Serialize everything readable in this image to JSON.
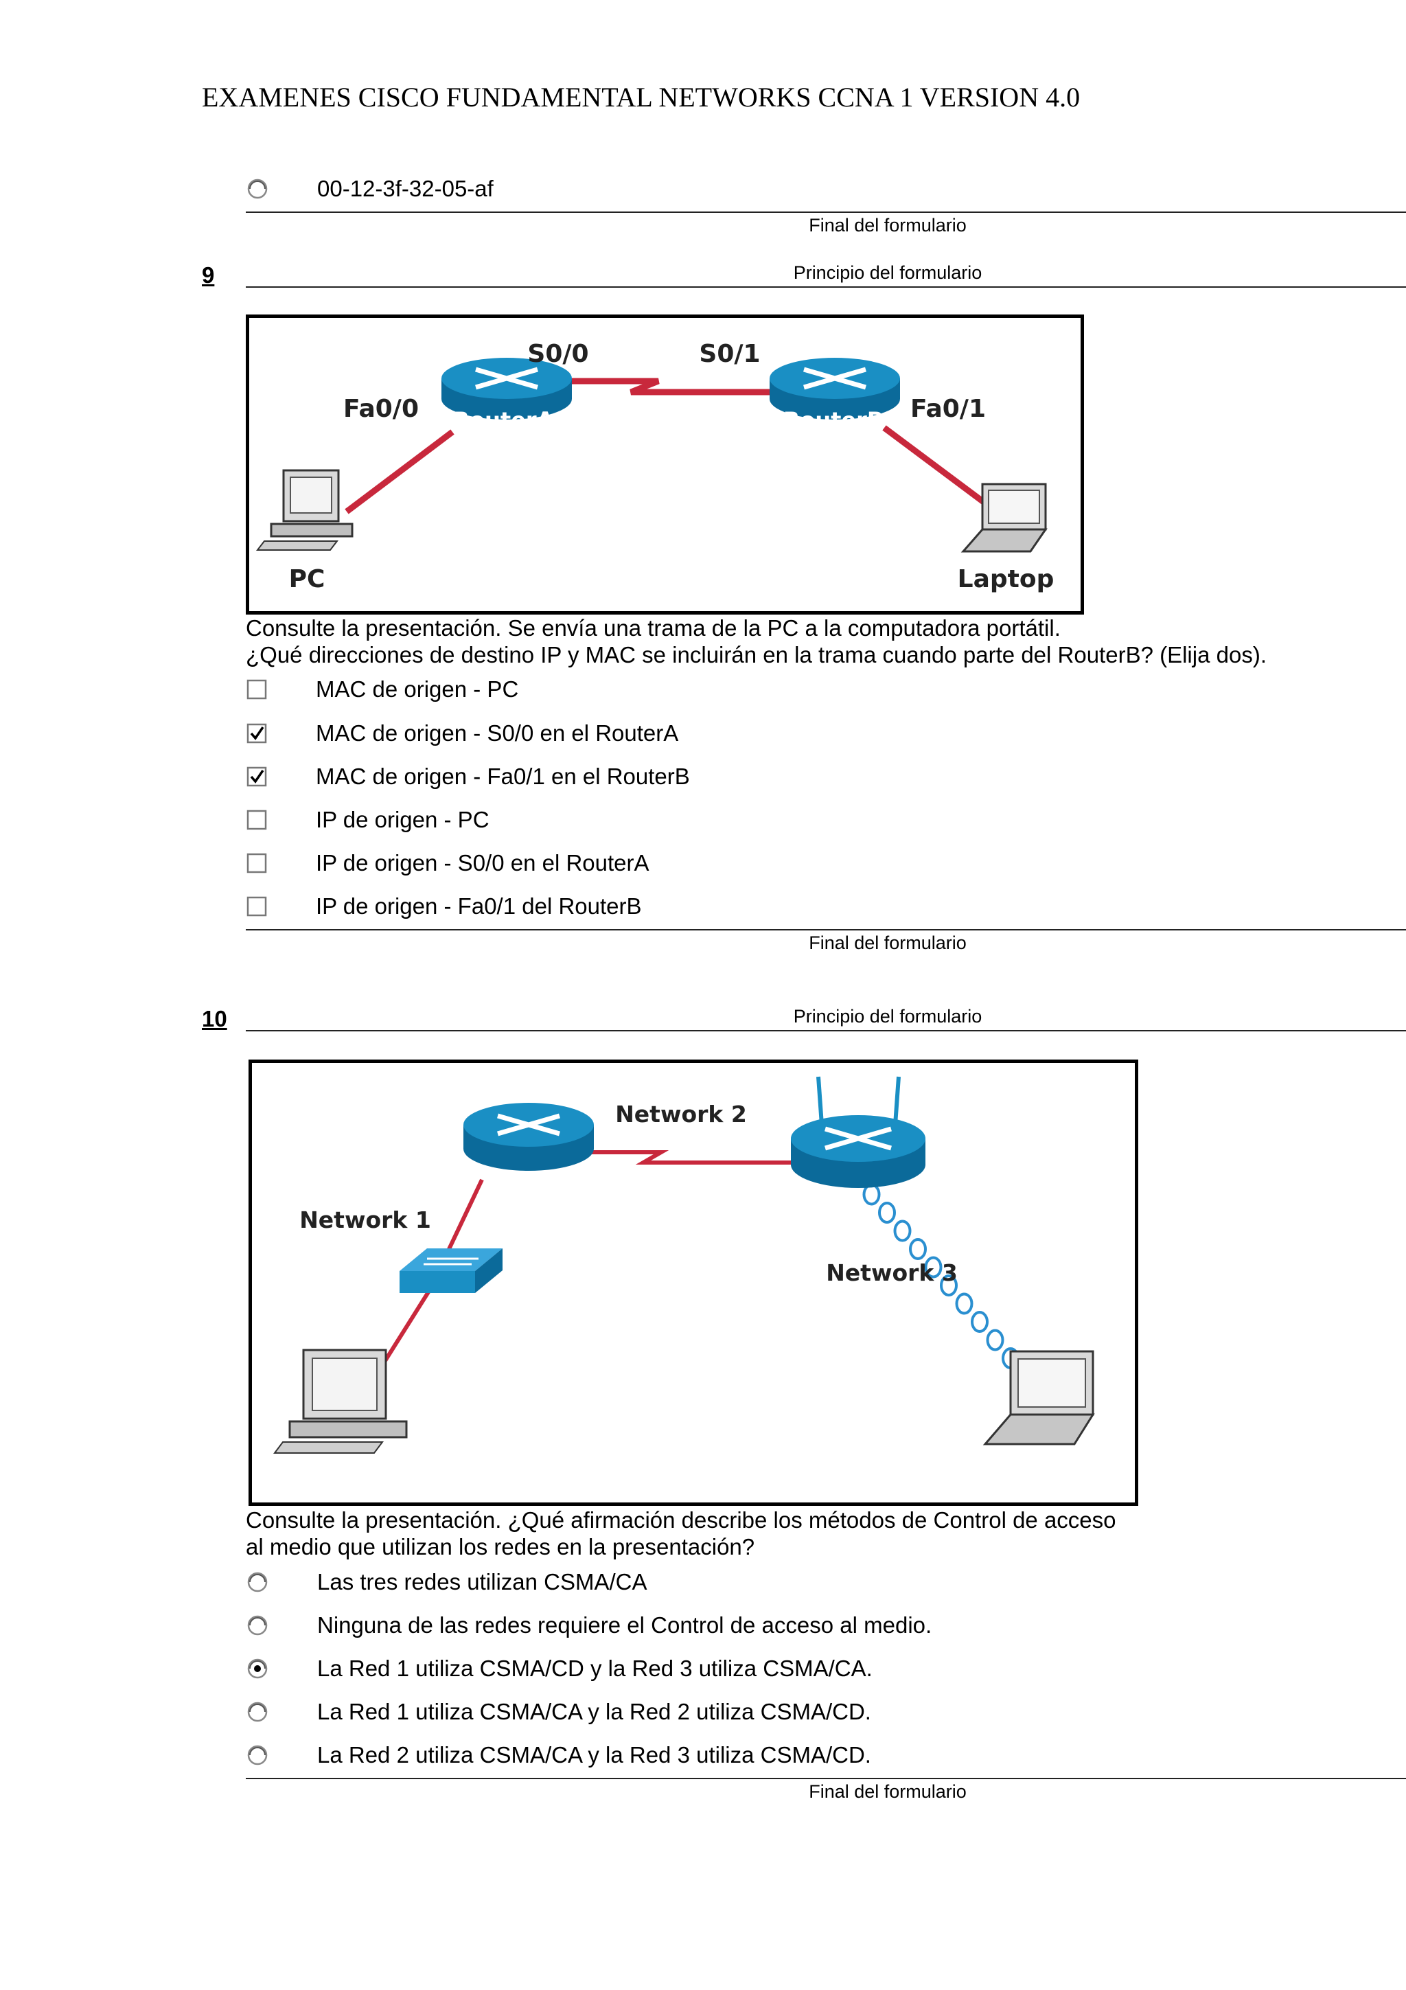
{
  "header": {
    "title": "EXAMENES CISCO FUNDAMENTAL NETWORKS CCNA 1 VERSION 4.0"
  },
  "prev_question": {
    "option": {
      "label": "00-12-3f-32-05-af",
      "selected": false
    },
    "form_end": "Final del formulario"
  },
  "q9": {
    "number": "9",
    "form_start": "Principio del formulario",
    "diagram": {
      "s00": "S0/0",
      "s01": "S0/1",
      "fa00": "Fa0/0",
      "fa01": "Fa0/1",
      "router_a": "RouterA",
      "router_b": "RouterB",
      "pc": "PC",
      "laptop": "Laptop"
    },
    "prompt_line1": "Consulte la presentación. Se envía una trama de la PC a la computadora portátil.",
    "prompt_line2": "¿Qué direcciones de destino IP y MAC se incluirán en la trama cuando parte del RouterB? (Elija dos).",
    "options": [
      {
        "label": "MAC de origen - PC",
        "checked": false
      },
      {
        "label": "MAC de origen - S0/0 en el RouterA",
        "checked": true
      },
      {
        "label": "MAC de origen - Fa0/1 en el RouterB",
        "checked": true
      },
      {
        "label": "IP de origen - PC",
        "checked": false
      },
      {
        "label": "IP de origen - S0/0 en el RouterA",
        "checked": false
      },
      {
        "label": "IP de origen - Fa0/1 del RouterB",
        "checked": false
      }
    ],
    "form_end": "Final del formulario"
  },
  "q10": {
    "number": "10",
    "form_start": "Principio del formulario",
    "diagram": {
      "network1": "Network 1",
      "network2": "Network 2",
      "network3": "Network 3"
    },
    "prompt_line1": "Consulte la presentación. ¿Qué afirmación describe los métodos de Control de acceso",
    "prompt_line2": "al medio que utilizan los redes en la presentación?",
    "options": [
      {
        "label": "Las tres redes utilizan CSMA/CA",
        "selected": false
      },
      {
        "label": "Ninguna de las redes requiere el Control de acceso al medio.",
        "selected": false
      },
      {
        "label": "La Red 1 utiliza CSMA/CD y la Red 3 utiliza CSMA/CA.",
        "selected": true
      },
      {
        "label": "La Red 1 utiliza CSMA/CA y la Red 2 utiliza CSMA/CD.",
        "selected": false
      },
      {
        "label": "La Red 2 utiliza CSMA/CA y la Red 3 utiliza CSMA/CD.",
        "selected": false
      }
    ],
    "form_end": "Final del formulario"
  },
  "colors": {
    "cable": "#c8283c",
    "router": "#1a8fc4",
    "router_dark": "#0b6a9a",
    "wireless": "#2a8fd0"
  }
}
